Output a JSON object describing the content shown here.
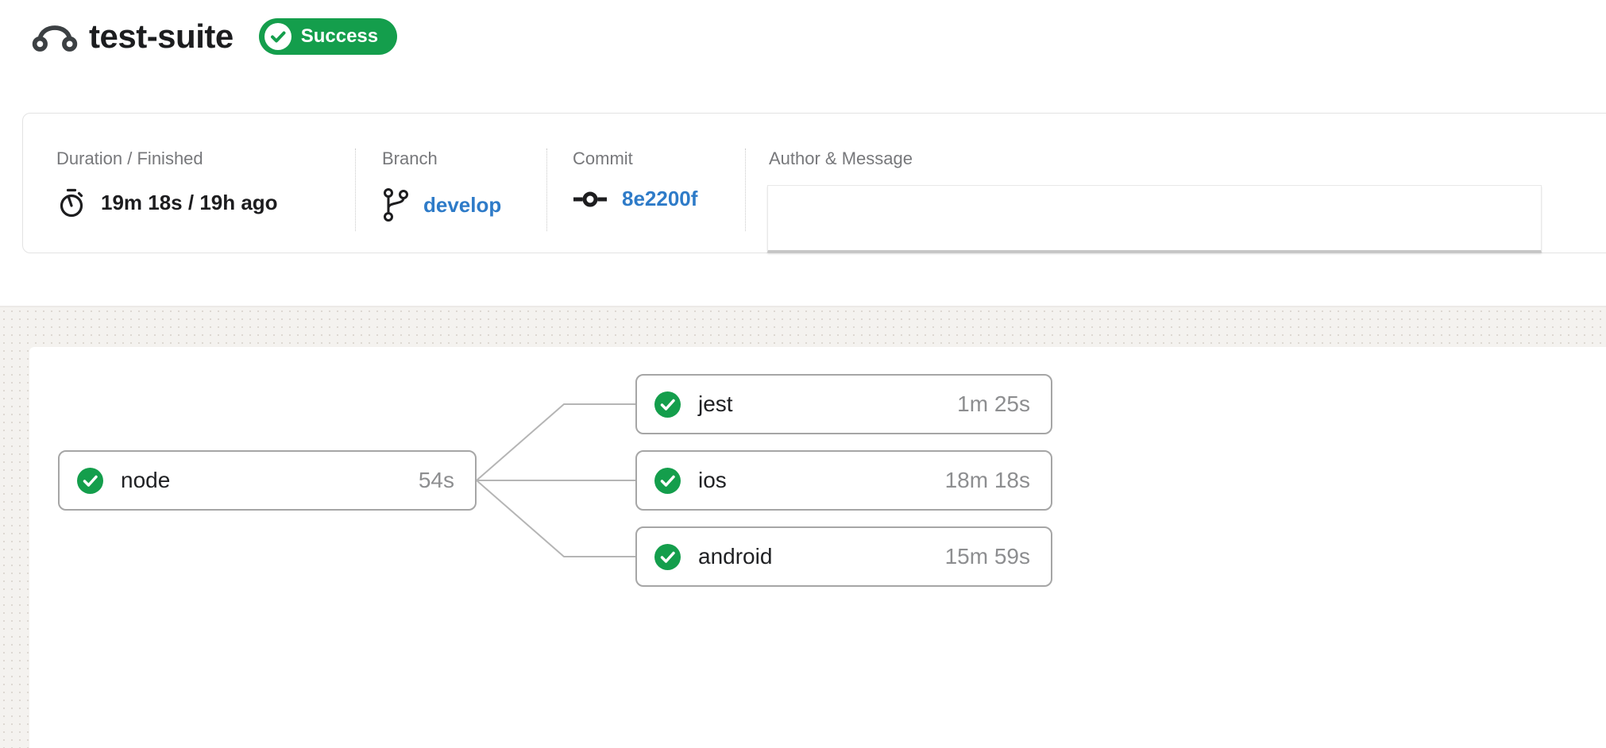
{
  "header": {
    "title": "test-suite",
    "status": {
      "label": "Success",
      "color": "#149e4c",
      "icon": "check-circle-icon"
    },
    "logo_icon": "pipeline-squiggle-icon"
  },
  "meta": {
    "columns": [
      {
        "label": "Duration / Finished",
        "value": "19m 18s / 19h ago",
        "icon": "timer-icon"
      },
      {
        "label": "Branch",
        "value": "develop",
        "icon": "git-branch-icon",
        "is_link": true
      },
      {
        "label": "Commit",
        "value": "8e2200f",
        "icon": "git-commit-icon",
        "is_link": true
      },
      {
        "label": "Author & Message",
        "value": ""
      }
    ]
  },
  "pipeline": {
    "nodes": [
      {
        "id": "node",
        "label": "node",
        "duration": "54s",
        "status": "success"
      },
      {
        "id": "jest",
        "label": "jest",
        "duration": "1m 25s",
        "status": "success"
      },
      {
        "id": "ios",
        "label": "ios",
        "duration": "18m 18s",
        "status": "success"
      },
      {
        "id": "android",
        "label": "android",
        "duration": "15m 59s",
        "status": "success"
      }
    ],
    "edges": [
      {
        "from": "node",
        "to": "jest"
      },
      {
        "from": "node",
        "to": "ios"
      },
      {
        "from": "node",
        "to": "android"
      }
    ]
  },
  "colors": {
    "success_green": "#149e4c",
    "link_blue": "#2e7bc8",
    "node_border_gray": "#a6a6a6",
    "edge_gray": "#b5b5b5"
  }
}
